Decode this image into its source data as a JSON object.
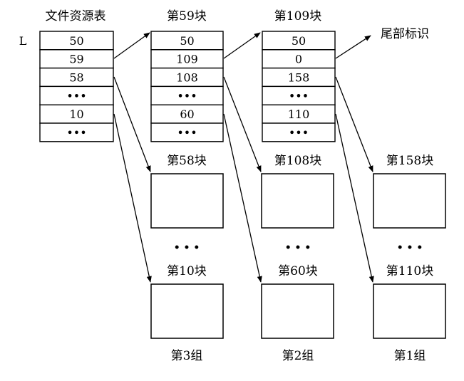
{
  "file_table": {
    "title": "文件资源表",
    "side_label": "L",
    "cells": [
      "50",
      "59",
      "58",
      "•••",
      "10",
      "•••"
    ]
  },
  "index_blocks": [
    {
      "title": "第59块",
      "cells": [
        "50",
        "109",
        "108",
        "•••",
        "60",
        "•••"
      ]
    },
    {
      "title": "第109块",
      "cells": [
        "50",
        "0",
        "158",
        "•••",
        "110",
        "•••"
      ]
    }
  ],
  "tail_label": "尾部标识",
  "groups": [
    {
      "top_block": "第58块",
      "bottom_block": "第10块",
      "group_label": "第3组"
    },
    {
      "top_block": "第108块",
      "bottom_block": "第60块",
      "group_label": "第2组"
    },
    {
      "top_block": "第158块",
      "bottom_block": "第110块",
      "group_label": "第1组"
    }
  ],
  "ellipsis": "• • •"
}
